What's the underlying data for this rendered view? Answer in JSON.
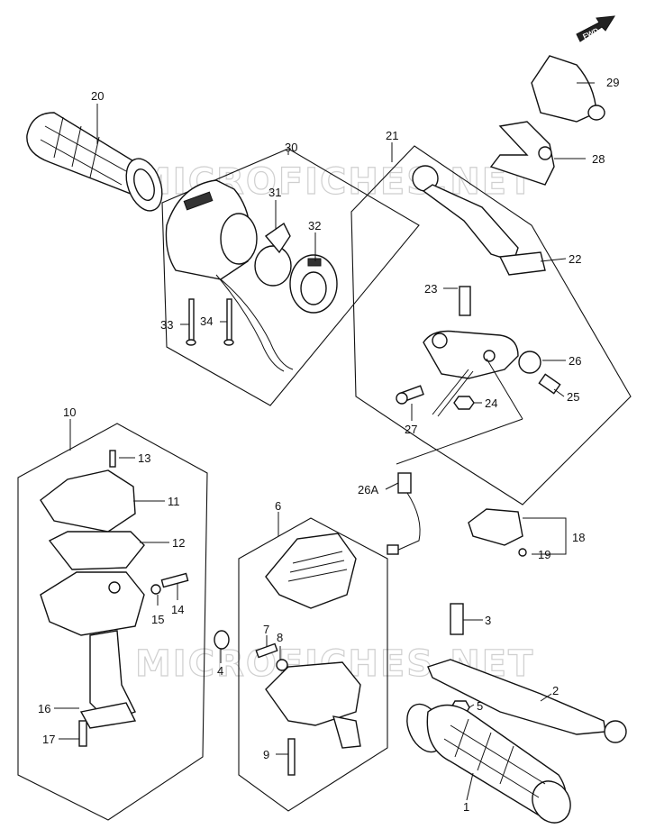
{
  "watermark": "MICROFICHES.NET",
  "fwd_arrow": "FWD",
  "labels": {
    "p1": "1",
    "p2": "2",
    "p3": "3",
    "p4": "4",
    "p5": "5",
    "p6": "6",
    "p8": "8",
    "p7": "7",
    "p9": "9",
    "p10": "10",
    "p11": "11",
    "p12": "12",
    "p13": "13",
    "p14": "14",
    "p15": "15",
    "p16": "16",
    "p17": "17",
    "p18": "18",
    "p19": "19",
    "p20": "20",
    "p21": "21",
    "p22": "22",
    "p23": "23",
    "p24": "24",
    "p25": "25",
    "p26": "26",
    "p26a": "26A",
    "p27": "27",
    "p28": "28",
    "p29": "29",
    "p30": "30",
    "p31": "31",
    "p32": "32",
    "p33": "33",
    "p34": "34"
  }
}
